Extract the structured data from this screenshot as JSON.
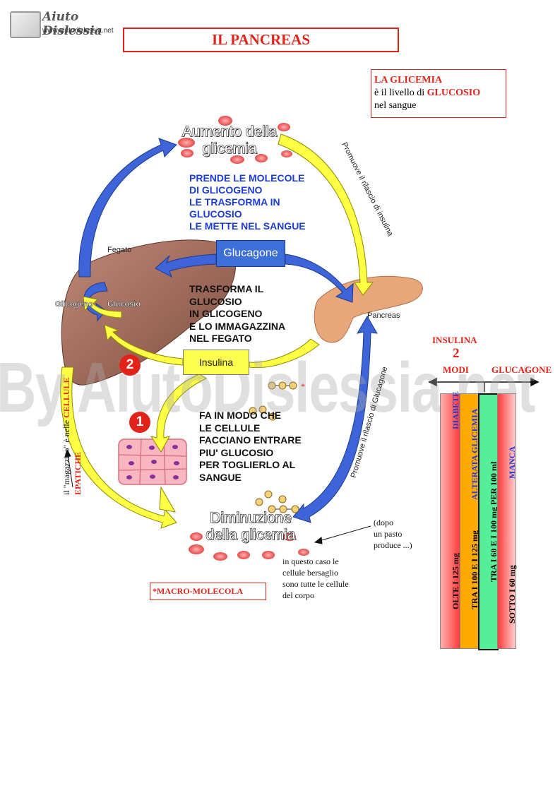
{
  "logo": {
    "title": "Aiuto Dislessia",
    "url": "www.aiutodislessia.net"
  },
  "title": "IL PANCREAS",
  "glicemia_box": {
    "heading": "LA GLICEMIA",
    "line1_pre": "è il livello di ",
    "line1_highlight": "GLUCOSIO",
    "line2": "nel sangue"
  },
  "watermark": "By AiutoDislessia.net",
  "diagram": {
    "aumento_line1": "Aumento della",
    "aumento_line2": "glicemia",
    "diminuzione_line1": "Diminuzione",
    "diminuzione_line2": "della glicemia",
    "fegato": "Fegato",
    "pancreas": "Pancreas",
    "glicogeno": "Glicogeno",
    "glucosio": "Glucosio",
    "glucagone_btn": "Glucagone",
    "insulina_btn": "Insulina",
    "promuove_insulina": "Promuove il rilascio di insulina",
    "promuove_glucagone": "Promuove il rilascio di Glucagone",
    "num1": "1",
    "num2": "2",
    "asterisk": "*"
  },
  "blue_text": [
    "PRENDE LE MOLECOLE",
    "DI GLICOGENO",
    "LE TRASFORMA IN",
    "GLUCOSIO",
    "LE METTE NEL SANGUE"
  ],
  "black_text_1": [
    "TRASFORMA IL",
    "GLUCOSIO",
    "IN GLICOGENO",
    "E LO IMMAGAZZINA",
    "NEL FEGATO"
  ],
  "black_text_2": [
    "FA IN MODO CHE",
    "LE CELLULE",
    "FACCIANO ENTRARE",
    "PIU' GLUCOSIO",
    "PER TOGLIERLO AL",
    "SANGUE"
  ],
  "side_note": {
    "part1": "il \"magazzino\" è nelle ",
    "part2": "CELLULE EPATICHE"
  },
  "dopo": [
    "(dopo",
    "un pasto",
    "produce ...)"
  ],
  "bersaglio": [
    "in questo caso le",
    "cellule bersaglio",
    "sono tutte le cellule",
    "del corpo"
  ],
  "macro": "*MACRO-MOLECOLA",
  "scale": {
    "insulina": "INSULINA",
    "two": "2",
    "modi": "MODI",
    "glucagone": "GLUCAGONE",
    "bars": [
      {
        "label_top": "DIABETE",
        "label_bottom": "OLTE I 125 mg",
        "color": "#ff4444"
      },
      {
        "label_top": "ALTERATA GLICEMIA",
        "label_bottom": "TRA I 100 E I 125 mg",
        "color": "#ffaa00"
      },
      {
        "label_top": "",
        "label_bottom": "TRA I 60 E I 100 mg PER 100 ml",
        "color": "#55ee99"
      },
      {
        "label_top": "MANCA",
        "label_bottom": "SOTTO I 60 mg",
        "color": "#ff5555"
      }
    ]
  },
  "colors": {
    "red": "#e2231a",
    "blue_arrow": "#3d64d8",
    "yellow_arrow": "#ffff44",
    "liver": "#a6705e",
    "pancreas": "#e8a77a"
  }
}
